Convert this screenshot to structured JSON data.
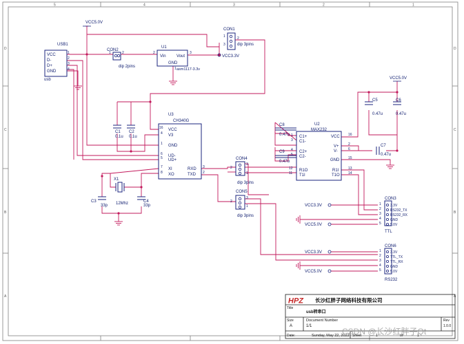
{
  "frame": {
    "cols": [
      "5",
      "4",
      "3",
      "2",
      "1"
    ],
    "rows": [
      "D",
      "C",
      "B",
      "A"
    ]
  },
  "components": {
    "usb1": {
      "ref": "USB1",
      "pins": [
        "VCC",
        "D-",
        "D+",
        "GND"
      ],
      "nums": [
        "1",
        "2",
        "3",
        "4"
      ],
      "footer": "usb"
    },
    "con2": {
      "ref": "CON2",
      "pins": [
        "1",
        "2"
      ],
      "footer": "dip 2pins"
    },
    "u1": {
      "ref": "U1",
      "vin": "Vin",
      "vout": "Vout",
      "gnd": "GND",
      "pin_vin": "2",
      "pin_vout": "3",
      "pin_gnd": "1",
      "part": "asm1117-3.3v"
    },
    "con1": {
      "ref": "CON1",
      "pins": [
        "1",
        "2",
        "3"
      ],
      "footer": "dip 3pins"
    },
    "u3": {
      "ref": "U3",
      "chip": "CH340G",
      "left_pins": [
        "VCC",
        "V3",
        "GND",
        "UD-",
        "UD+",
        "XI",
        "XO"
      ],
      "left_nums": [
        "16",
        "4",
        "1",
        "6",
        "5",
        "7",
        "8"
      ],
      "right_pins": [
        "RXD",
        "TXD"
      ],
      "right_nums": [
        "3",
        "2"
      ]
    },
    "c1": {
      "ref": "C1",
      "value": "0.1u"
    },
    "c2": {
      "ref": "C2",
      "value": "0.1u"
    },
    "x1": {
      "ref": "X1",
      "value": "12Mhz"
    },
    "c3": {
      "ref": "C3",
      "value": "33p"
    },
    "c4": {
      "ref": "C4",
      "value": "33p"
    },
    "con4": {
      "ref": "CON4",
      "pins": [
        "3",
        "2",
        "1"
      ],
      "footer": "dip 3pins"
    },
    "con5": {
      "ref": "CON5",
      "pins": [
        "3",
        "2",
        "1"
      ],
      "footer": "dip 3pins"
    },
    "u2": {
      "ref": "U2",
      "chip": "MAX232",
      "left_pins": [
        "C1+",
        "C1-",
        "C2+",
        "C2-",
        "R1O",
        "T1I"
      ],
      "left_nums": [
        "1",
        "3",
        "4",
        "5",
        "12",
        "11"
      ],
      "right_pins": [
        "VCC",
        "V+",
        "V-",
        "GND",
        "R1I",
        "T1O"
      ],
      "right_nums": [
        "16",
        "2",
        "6",
        "15",
        "13",
        "14"
      ]
    },
    "c8": {
      "ref": "C8",
      "value": "0.47u"
    },
    "c9": {
      "ref": "C9",
      "value": "0.47u"
    },
    "c5": {
      "ref": "C5",
      "value": "0.47u"
    },
    "c6": {
      "ref": "C6",
      "value": "0.47u"
    },
    "c7": {
      "ref": "C7",
      "value": "0.47u"
    },
    "con3": {
      "ref": "CON3",
      "pins": [
        "3.3V",
        "RS232_TX",
        "RS232_RX",
        "GND",
        "5.0V"
      ],
      "nums": [
        "1",
        "2",
        "3",
        "4",
        "5"
      ],
      "footer": "TTL"
    },
    "con6": {
      "ref": "CON6",
      "pins": [
        "3.3V",
        "TTL_TX",
        "TTL_RX",
        "GND",
        "5.0V"
      ],
      "nums": [
        "1",
        "2",
        "3",
        "4",
        "5"
      ],
      "footer": "RS232"
    }
  },
  "nets": {
    "vcc5_top": "VCC5.0V",
    "vcc33": "VCC3.3V",
    "vcc5_right": "VCC5.0V",
    "con3_vcc33": "VCC3.3V",
    "con3_vcc5": "VCC5.0V",
    "con6_vcc33": "VCC3.3V",
    "con6_vcc5": "VCC5.0V"
  },
  "title_block": {
    "logo": "HPZ",
    "company": "长沙红胖子网络科技有限公司",
    "title_label": "Title",
    "title": "usb转串口",
    "size_label": "Size",
    "size": "A",
    "docnum_label": "Document Number",
    "docnum": "1/1",
    "rev_label": "Rev",
    "rev": "1.0.0",
    "date_label": "Date:",
    "date": "Sunday, May 22, 2022",
    "sheet_label": "Sheet",
    "sheet": "1",
    "of_label": "of",
    "of": "1"
  },
  "watermark": "CSDN @长沙红胖子Qt",
  "colors": {
    "wire": "#c2185b",
    "part": "#1a237e",
    "text": "#0d1b6e",
    "frame": "#808080"
  }
}
